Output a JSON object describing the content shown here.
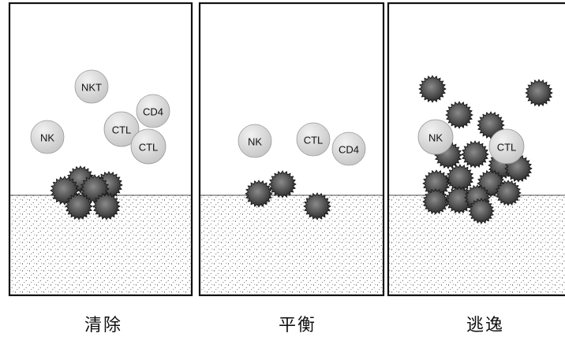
{
  "panels": [
    {
      "id": "clearance",
      "label": "清除",
      "immune_cells": [
        "NKT",
        "CD4",
        "CTL",
        "NK",
        "CTL"
      ]
    },
    {
      "id": "equilibrium",
      "label": "平衡",
      "immune_cells": [
        "NK",
        "CTL",
        "CD4"
      ]
    },
    {
      "id": "escape",
      "label": "逃逸",
      "immune_cells": [
        "NK",
        "CTL"
      ]
    }
  ],
  "colors": {
    "frame": "#111111",
    "immune_cell_fill": "#c4c4c4",
    "immune_cell_highlight": "#f2f2f2",
    "tumor_cell_dark": "#151515",
    "tumor_cell_light": "#8a8a8a",
    "tissue_dot": "#333333"
  },
  "icons": {
    "immune_cell": "smooth-sphere",
    "tumor_cell": "spiky-sphere"
  }
}
